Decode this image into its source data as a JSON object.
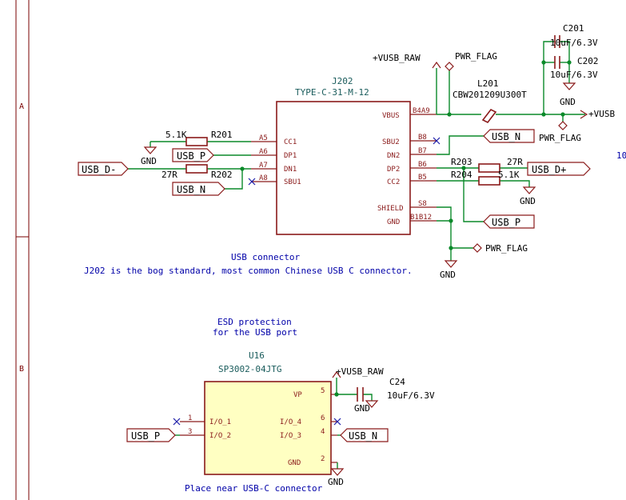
{
  "frame": {
    "row_a": "A",
    "row_b": "B"
  },
  "connector": {
    "ref": "J202",
    "value": "TYPE-C-31-M-12",
    "pins": {
      "a5": "A5",
      "a6": "A6",
      "a7": "A7",
      "a8": "A8",
      "b8": "B8",
      "b7": "B7",
      "b6": "B6",
      "b5": "B5",
      "s8": "S8",
      "vbus_num": "B4A9",
      "gnd_num": "B1B12"
    },
    "pin_names": {
      "cc1": "CC1",
      "dp1": "DP1",
      "dn1": "DN1",
      "sbu1": "SBU1",
      "vbus": "VBUS",
      "sbu2": "SBU2",
      "dn2": "DN2",
      "dp2": "DP2",
      "cc2": "CC2",
      "shield": "SHIELD",
      "gnd": "GND"
    }
  },
  "parts": {
    "r201": {
      "ref": "R201",
      "value": "5.1K"
    },
    "r202": {
      "ref": "R202",
      "value": "27R"
    },
    "r203": {
      "ref": "R203",
      "value": "27R"
    },
    "r204": {
      "ref": "R204",
      "value": "5.1K"
    },
    "c201": {
      "ref": "C201",
      "value": "10uF/6.3V"
    },
    "c202": {
      "ref": "C202",
      "value": "10uF/6.3V"
    },
    "l201": {
      "ref": "L201",
      "value": "CBW201209U300T"
    },
    "c24": {
      "ref": "C24",
      "value": "10uF/6.3V"
    }
  },
  "power": {
    "vusb_raw": "+VUSB_RAW",
    "pwr_flag": "PWR_FLAG",
    "vusb": "+VUSB",
    "gnd": "GND"
  },
  "nets": {
    "usb_p": "USB_P",
    "usb_n": "USB_N",
    "usb_dm": "USB_D-",
    "usb_dp": "USB_D+"
  },
  "esd": {
    "ref": "U16",
    "value": "SP3002-04JTG",
    "pins": {
      "p1": "1",
      "p2": "2",
      "p3": "3",
      "p4": "4",
      "p5": "5",
      "p6": "6"
    },
    "pin_names": {
      "io1": "I/O_1",
      "io2": "I/O_2",
      "io3": "I/O_3",
      "io4": "I/O_4",
      "vp": "VP",
      "gnd": "GND"
    }
  },
  "notes": {
    "usb_title": "USB connector",
    "usb_desc": "J202 is the bog standard, most common Chinese USB C connector.",
    "esd_line1": "ESD protection",
    "esd_line2": "for the USB port",
    "esd_place": "Place near USB-C connector",
    "edge_cut": "10"
  },
  "colors": {
    "wire": "#0b8a2a",
    "symbol": "#8a1a1a",
    "ic_fill": "#ffffc2",
    "note_text": "#0000a8"
  }
}
